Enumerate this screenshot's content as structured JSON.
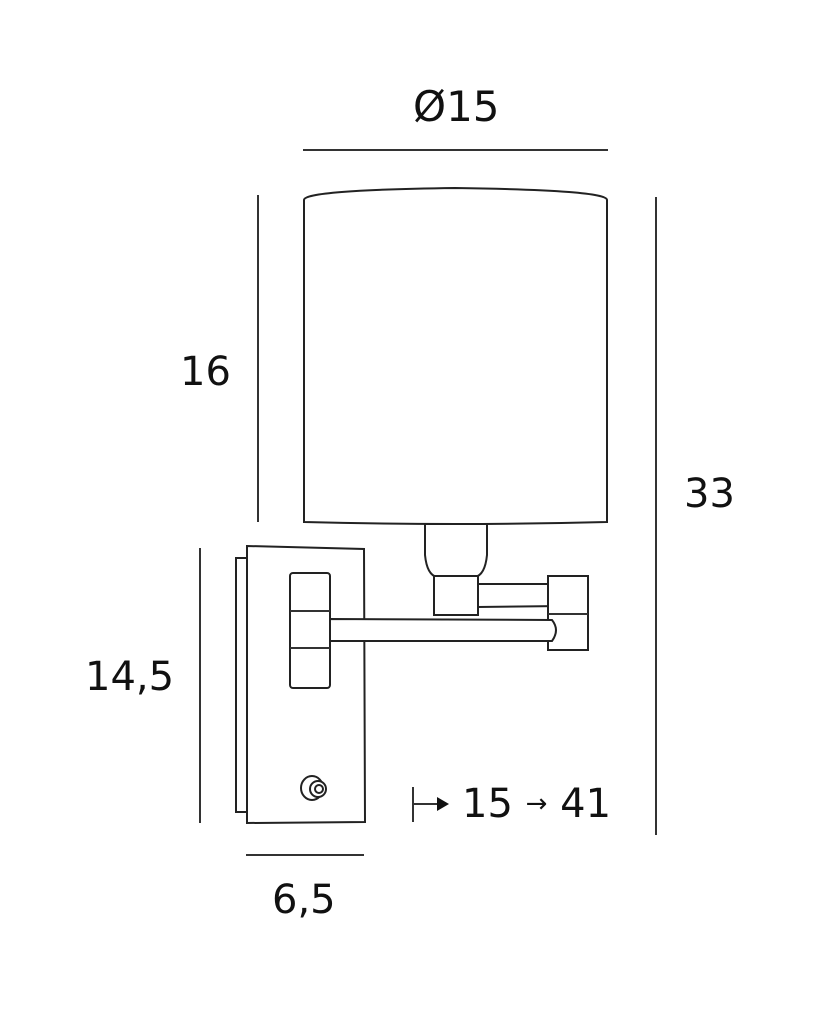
{
  "dimensions": {
    "diameter_symbol": "Ø",
    "diameter": "15",
    "shade_height": "16",
    "total_height": "33",
    "backplate_height": "14,5",
    "backplate_width": "6,5",
    "extension_from": "15",
    "extension_arrow": "→",
    "extension_to": "41"
  },
  "colors": {
    "line": "#222222",
    "background": "#ffffff"
  }
}
